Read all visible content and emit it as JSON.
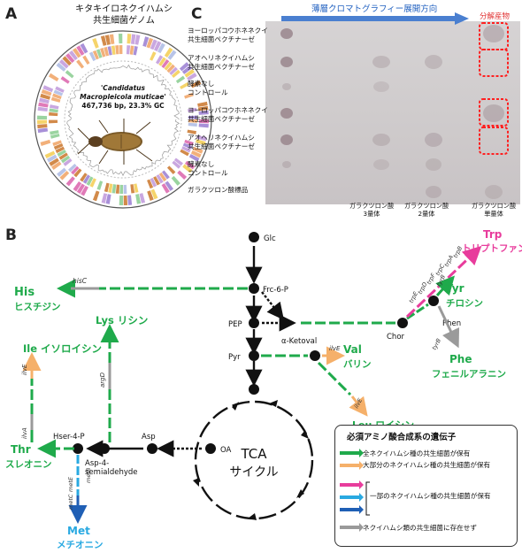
{
  "panelA": {
    "letter": "A",
    "title_line1": "キタキイロネクイハムシ",
    "title_line2": "共生細菌ゲノム",
    "species_line1": "'Candidatus",
    "species_line2": "Macropleicola muticae'",
    "stats": "467,736 bp, 23.3% GC"
  },
  "panelC": {
    "letter": "C",
    "direction_label": "薄層クロマトグラフィー展開方向",
    "decomposition_label": "分解産物",
    "lanes": [
      {
        "line1": "ヨーロッパコウホネネクイ",
        "line2": "共生細菌ペクチナーゼ"
      },
      {
        "line1": "アオヘリネクイハムシ",
        "line2": "共生細菌ペクチナーゼ"
      },
      {
        "line1": "酵素なし",
        "line2": "コントロール"
      },
      {
        "line1": "ヨーロッパコウホネネクイ",
        "line2": "共生細菌ペクチナーゼ"
      },
      {
        "line1": "アオヘリネクイハムシ",
        "line2": "共生細菌ペクチナーゼ"
      },
      {
        "line1": "酵素なし",
        "line2": "コントロール"
      },
      {
        "line1": "ガラクツロン酸標品",
        "line2": ""
      }
    ],
    "x_labels": [
      {
        "line1": "ガラクツロン酸",
        "line2": "3量体"
      },
      {
        "line1": "ガラクツロン酸",
        "line2": "2量体"
      },
      {
        "line1": "ガラクツロン酸",
        "line2": "単量体"
      }
    ]
  },
  "panelB": {
    "letter": "B",
    "nodes": {
      "glc": "Glc",
      "frc": "Frc-6-P",
      "pep": "PEP",
      "pyr": "Pyr",
      "chor": "Chor",
      "phen": "Phen",
      "ketoval": "α-Ketoval",
      "asp": "Asp",
      "oa": "OA",
      "hser": "Hser-4-P",
      "asp4_1": "Asp-4-",
      "asp4_2": "semialdehyde",
      "tca1": "TCA",
      "tca2": "サイクル"
    },
    "amino_acids": {
      "trp_en": "Trp",
      "trp_jp": "トリプトファン",
      "his": "His",
      "his_jp": "ヒスチジン",
      "tyr": "Tyr",
      "tyr_jp": "チロシン",
      "lys": "Lys リシン",
      "ile": "Ile イソロイシン",
      "val": "Val",
      "val_jp": "バリン",
      "phe": "Phe",
      "phe_jp": "フェニルアラニン",
      "leu": "Leu ロイシン",
      "thr": "Thr",
      "thr_jp": "スレオニン",
      "met": "Met",
      "met_jp": "メチオニン"
    },
    "genes": {
      "hisC": "hisC",
      "argD": "argD",
      "ilvE": "ilvE",
      "ilvA": "ilvA",
      "metE": "metE",
      "metC": "metC",
      "metB": "metB",
      "ilvE_val": "ilvE",
      "ilvE_leu": "ilvE",
      "tyrB1": "tyrB",
      "tyrB2": "tyrB",
      "trpE": "trpE",
      "trpD": "trpD",
      "trpF": "trpF",
      "trpC": "trpC",
      "trpA": "trpA",
      "trpB": "trpB"
    },
    "legend": {
      "title": "必須アミノ酸合成系の遺伝子",
      "items": [
        {
          "text": "全ネクイハムシ種の共生細菌が保有",
          "color": "#1faa4b"
        },
        {
          "text": "大部分のネクイハムシ種の共生細菌が保有",
          "color": "#f5b06a"
        },
        {
          "text": "一部のネクイハムシ種の共生細菌が保有",
          "color": "#e83c9c"
        },
        {
          "text": "ネクイハムシ類の共生細菌に存在せず",
          "color": "#9a9a9a"
        }
      ]
    },
    "colors": {
      "green": "#1faa4b",
      "orange": "#f5b06a",
      "magenta": "#e83c9c",
      "cyan": "#29a9e1",
      "blue": "#1f5fb5",
      "gray": "#9a9a9a",
      "black": "#111111"
    }
  }
}
